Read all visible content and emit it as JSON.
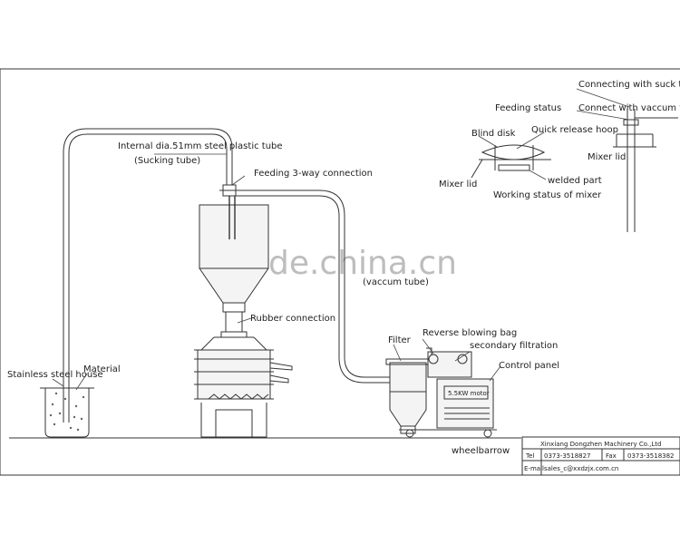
{
  "labels": {
    "internal_tube": "Internal dia.51mm steel plastic tube",
    "sucking_tube": "(Sucking tube)",
    "feeding_3way": "Feeding 3-way connection",
    "vaccum_tube": "(vaccum tube)",
    "rubber_connection": "Rubber connection",
    "stainless_house": "Stainless steel house",
    "material": "Material",
    "filter": "Filter",
    "reverse_bag": "Reverse blowing bag",
    "secondary_filtration": "secondary filtration",
    "control_panel": "Control panel",
    "motor": "5.5KW motor",
    "wheelbarrow": "wheelbarrow",
    "feeding_status": "Feeding status",
    "blind_disk": "Blind disk",
    "quick_release": "Quick release hoop",
    "mixer_lid_left": "Mixer lid",
    "welded_part": "welded part",
    "working_status": "Working status of mixer",
    "connect_suck": "Connecting with suck tube",
    "connect_vaccum": "Connect with vaccum tube",
    "mixer_lid_right": "Mixer lid"
  },
  "watermark": "trade.china.cn",
  "title_block": {
    "company": "Xinxiang Dongzhen Machinery Co.,Ltd",
    "tel_label": "Tel",
    "tel_value": "0373-3518827",
    "fax_label": "Fax",
    "fax_value": "0373-3518382",
    "email_label": "E-mail",
    "email_value": "sales_c@xxdzjx.com.cn"
  }
}
